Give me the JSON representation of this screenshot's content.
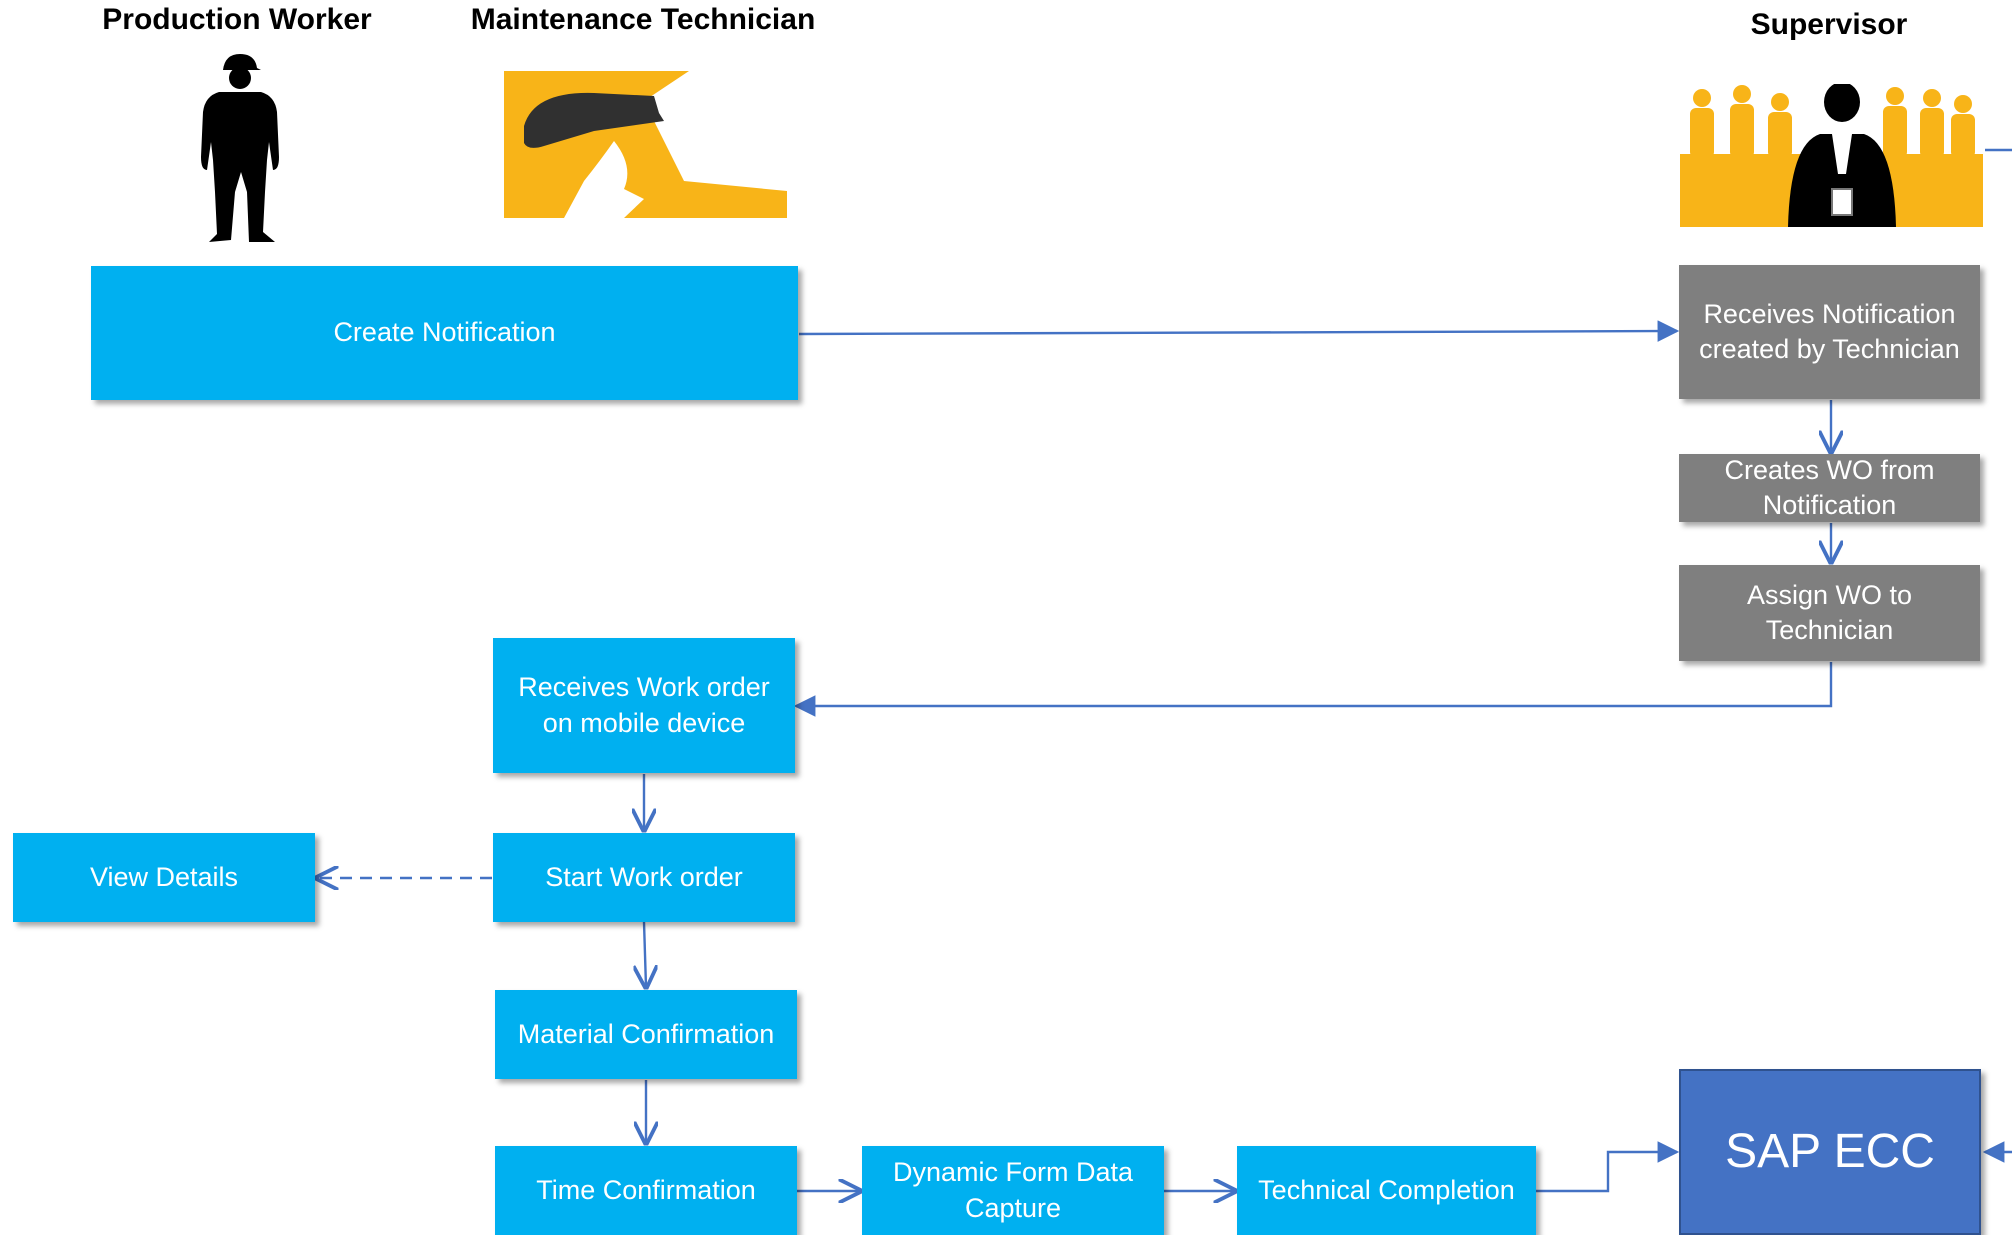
{
  "roles": {
    "production_worker": "Production Worker",
    "maintenance_technician": "Maintenance Technician",
    "supervisor": "Supervisor"
  },
  "steps": {
    "create_notification": "Create Notification",
    "receives_notification": "Receives Notification created by Technician",
    "creates_wo": "Creates WO from Notification",
    "assign_wo": "Assign WO to Technician",
    "receives_work_order": "Receives Work order on mobile device",
    "start_work_order": "Start Work order",
    "view_details": "View Details",
    "material_confirmation": "Material Confirmation",
    "time_confirmation": "Time Confirmation",
    "dynamic_form": "Dynamic Form Data Capture",
    "technical_completion": "Technical Completion",
    "sap_ecc": "SAP ECC"
  },
  "colors": {
    "process_box": "#00b0f0",
    "supervisor_box": "#7f7f7f",
    "system_box": "#4472c4",
    "connector": "#4472c4",
    "icon_yellow": "#f8b418"
  },
  "icons": {
    "production_worker": "worker-silhouette-icon",
    "maintenance_technician": "technician-hardhat-icon",
    "supervisor": "supervisor-team-icon"
  }
}
